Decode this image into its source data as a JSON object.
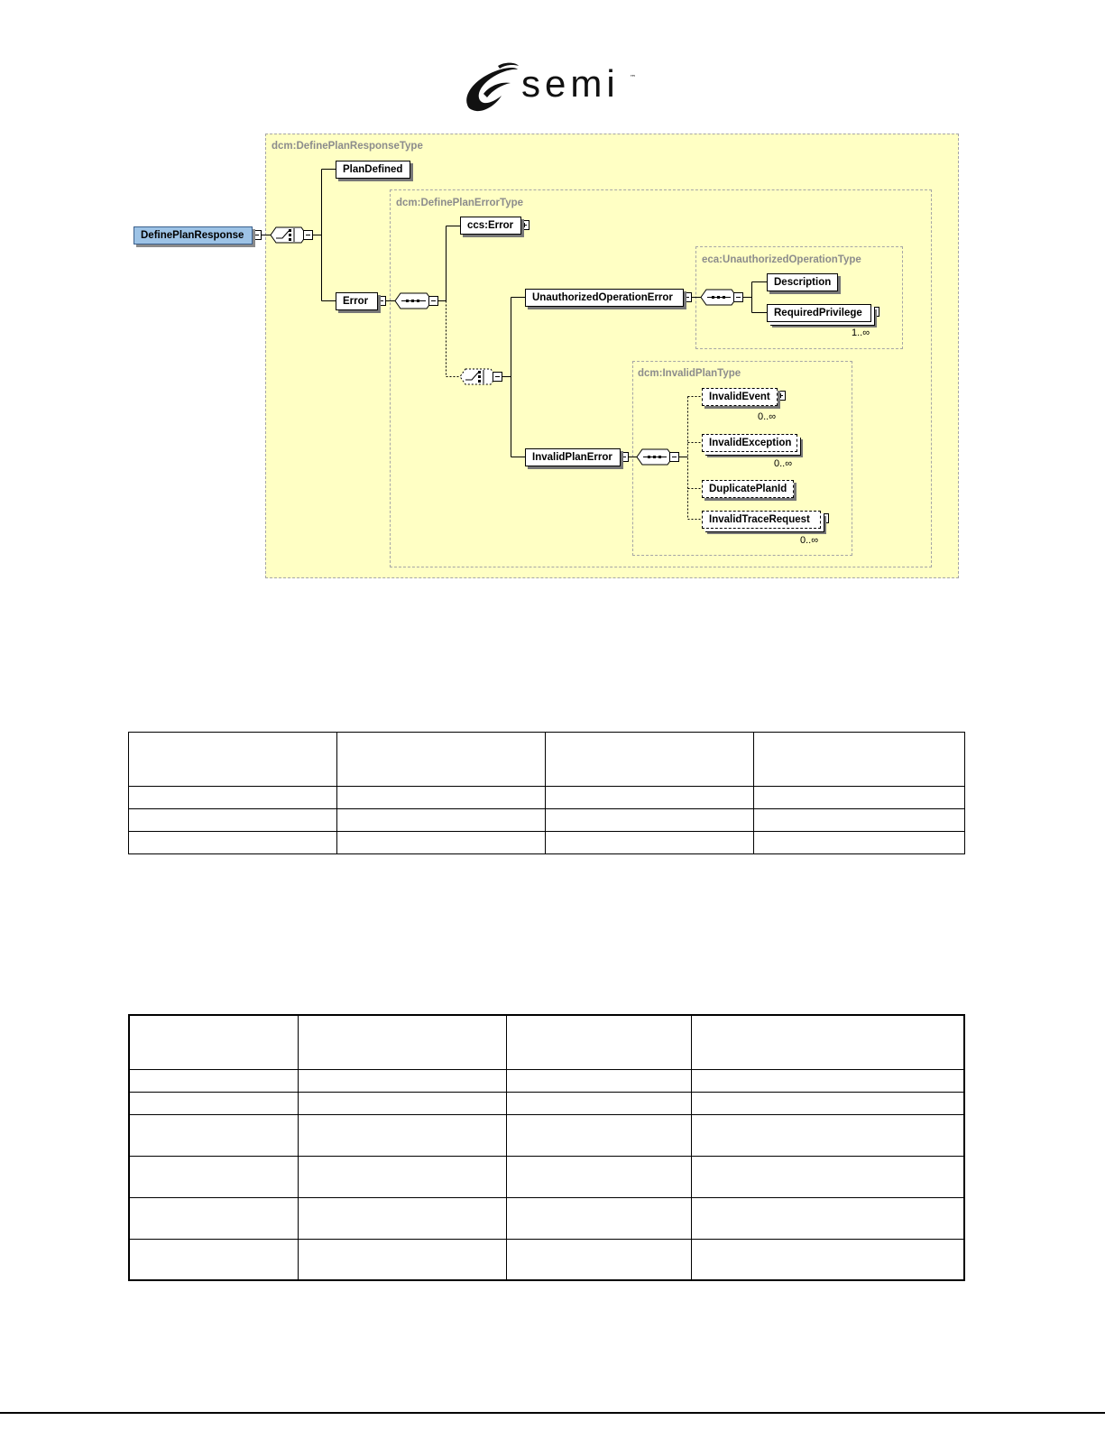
{
  "logo": {
    "brand": "semi",
    "trademark": "™"
  },
  "diagram": {
    "root_element": "DefinePlanResponse",
    "types": {
      "response_type": "dcm:DefinePlanResponseType",
      "error_type": "dcm:DefinePlanErrorType",
      "unauthorized_type": "eca:UnauthorizedOperationType",
      "invalid_plan_type": "dcm:InvalidPlanType"
    },
    "elements": {
      "plan_defined": "PlanDefined",
      "error": "Error",
      "ccs_error": "ccs:Error",
      "unauthorized_operation_error": "UnauthorizedOperationError",
      "description": "Description",
      "required_privilege": "RequiredPrivilege",
      "invalid_plan_error": "InvalidPlanError",
      "invalid_event": "InvalidEvent",
      "invalid_exception": "InvalidException",
      "duplicate_plan_id": "DuplicatePlanId",
      "invalid_trace_request": "InvalidTraceRequest"
    },
    "cardinalities": {
      "required_privilege": "1..∞",
      "invalid_event": "0..∞",
      "invalid_exception": "0..∞",
      "invalid_trace_request": "0..∞"
    }
  },
  "table1": {
    "rows": [
      [
        "",
        "",
        "",
        ""
      ],
      [
        "",
        "",
        "",
        ""
      ],
      [
        "",
        "",
        "",
        ""
      ],
      [
        "",
        "",
        "",
        ""
      ]
    ]
  },
  "table2": {
    "rows": [
      [
        "",
        "",
        "",
        ""
      ],
      [
        "",
        "",
        "",
        ""
      ],
      [
        "",
        "",
        "",
        ""
      ],
      [
        "",
        "",
        "",
        ""
      ],
      [
        "",
        "",
        "",
        ""
      ],
      [
        "",
        "",
        "",
        ""
      ],
      [
        "",
        "",
        "",
        ""
      ]
    ]
  }
}
